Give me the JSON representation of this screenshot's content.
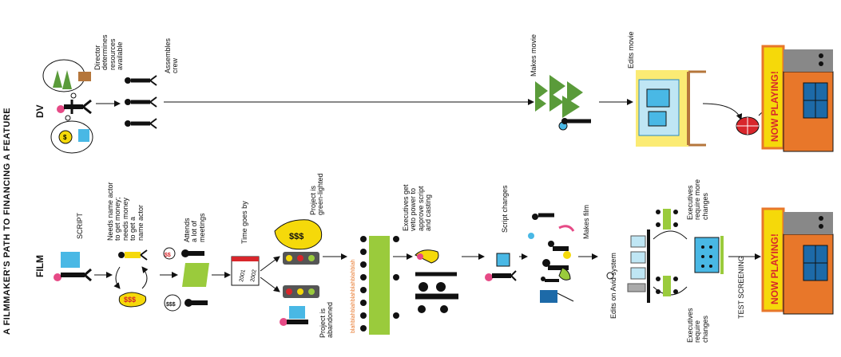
{
  "title": "A FILMMAKER'S PATH TO FINANCING A FEATURE",
  "rows": {
    "dv": "DV",
    "film": "FILM"
  },
  "dv_steps": {
    "director": "Director\ndetermines\nresources\navailable",
    "crew": "Assembles\ncrew",
    "makes": "Makes movie",
    "edits": "Edits movie"
  },
  "film_steps": {
    "script": "SCRIPT",
    "actor": "Needs name actor\nto get money;\nneeds money\nto get a\nname actor",
    "meetings": "Attends\na lot of\nmeetings",
    "time": "Time goes by",
    "green": "Project is\ngreen-lighted",
    "abandoned": "Project is\nabandoned",
    "veto": "Executives get\nveto power to\napprove script\nand casting",
    "changes": "Script changes",
    "makes": "Makes film",
    "avid": "Edits on Avid system",
    "more": "Executives\nrequire more\nchanges",
    "require": "Executives\nrequire\nchanges",
    "test": "TEST SCREENING"
  },
  "sign": "NOW PLAYING!",
  "money": "$$$",
  "years": [
    "2001",
    "2002"
  ],
  "blah": "blahblahblahblahblahblahblah",
  "colors": {
    "yellow": "#f5d90a",
    "green": "#9acb3c",
    "orange": "#e8772a",
    "red": "#d8262b",
    "cyan": "#49b8e5",
    "pink": "#e64a86",
    "tree": "#5a9b3a"
  }
}
